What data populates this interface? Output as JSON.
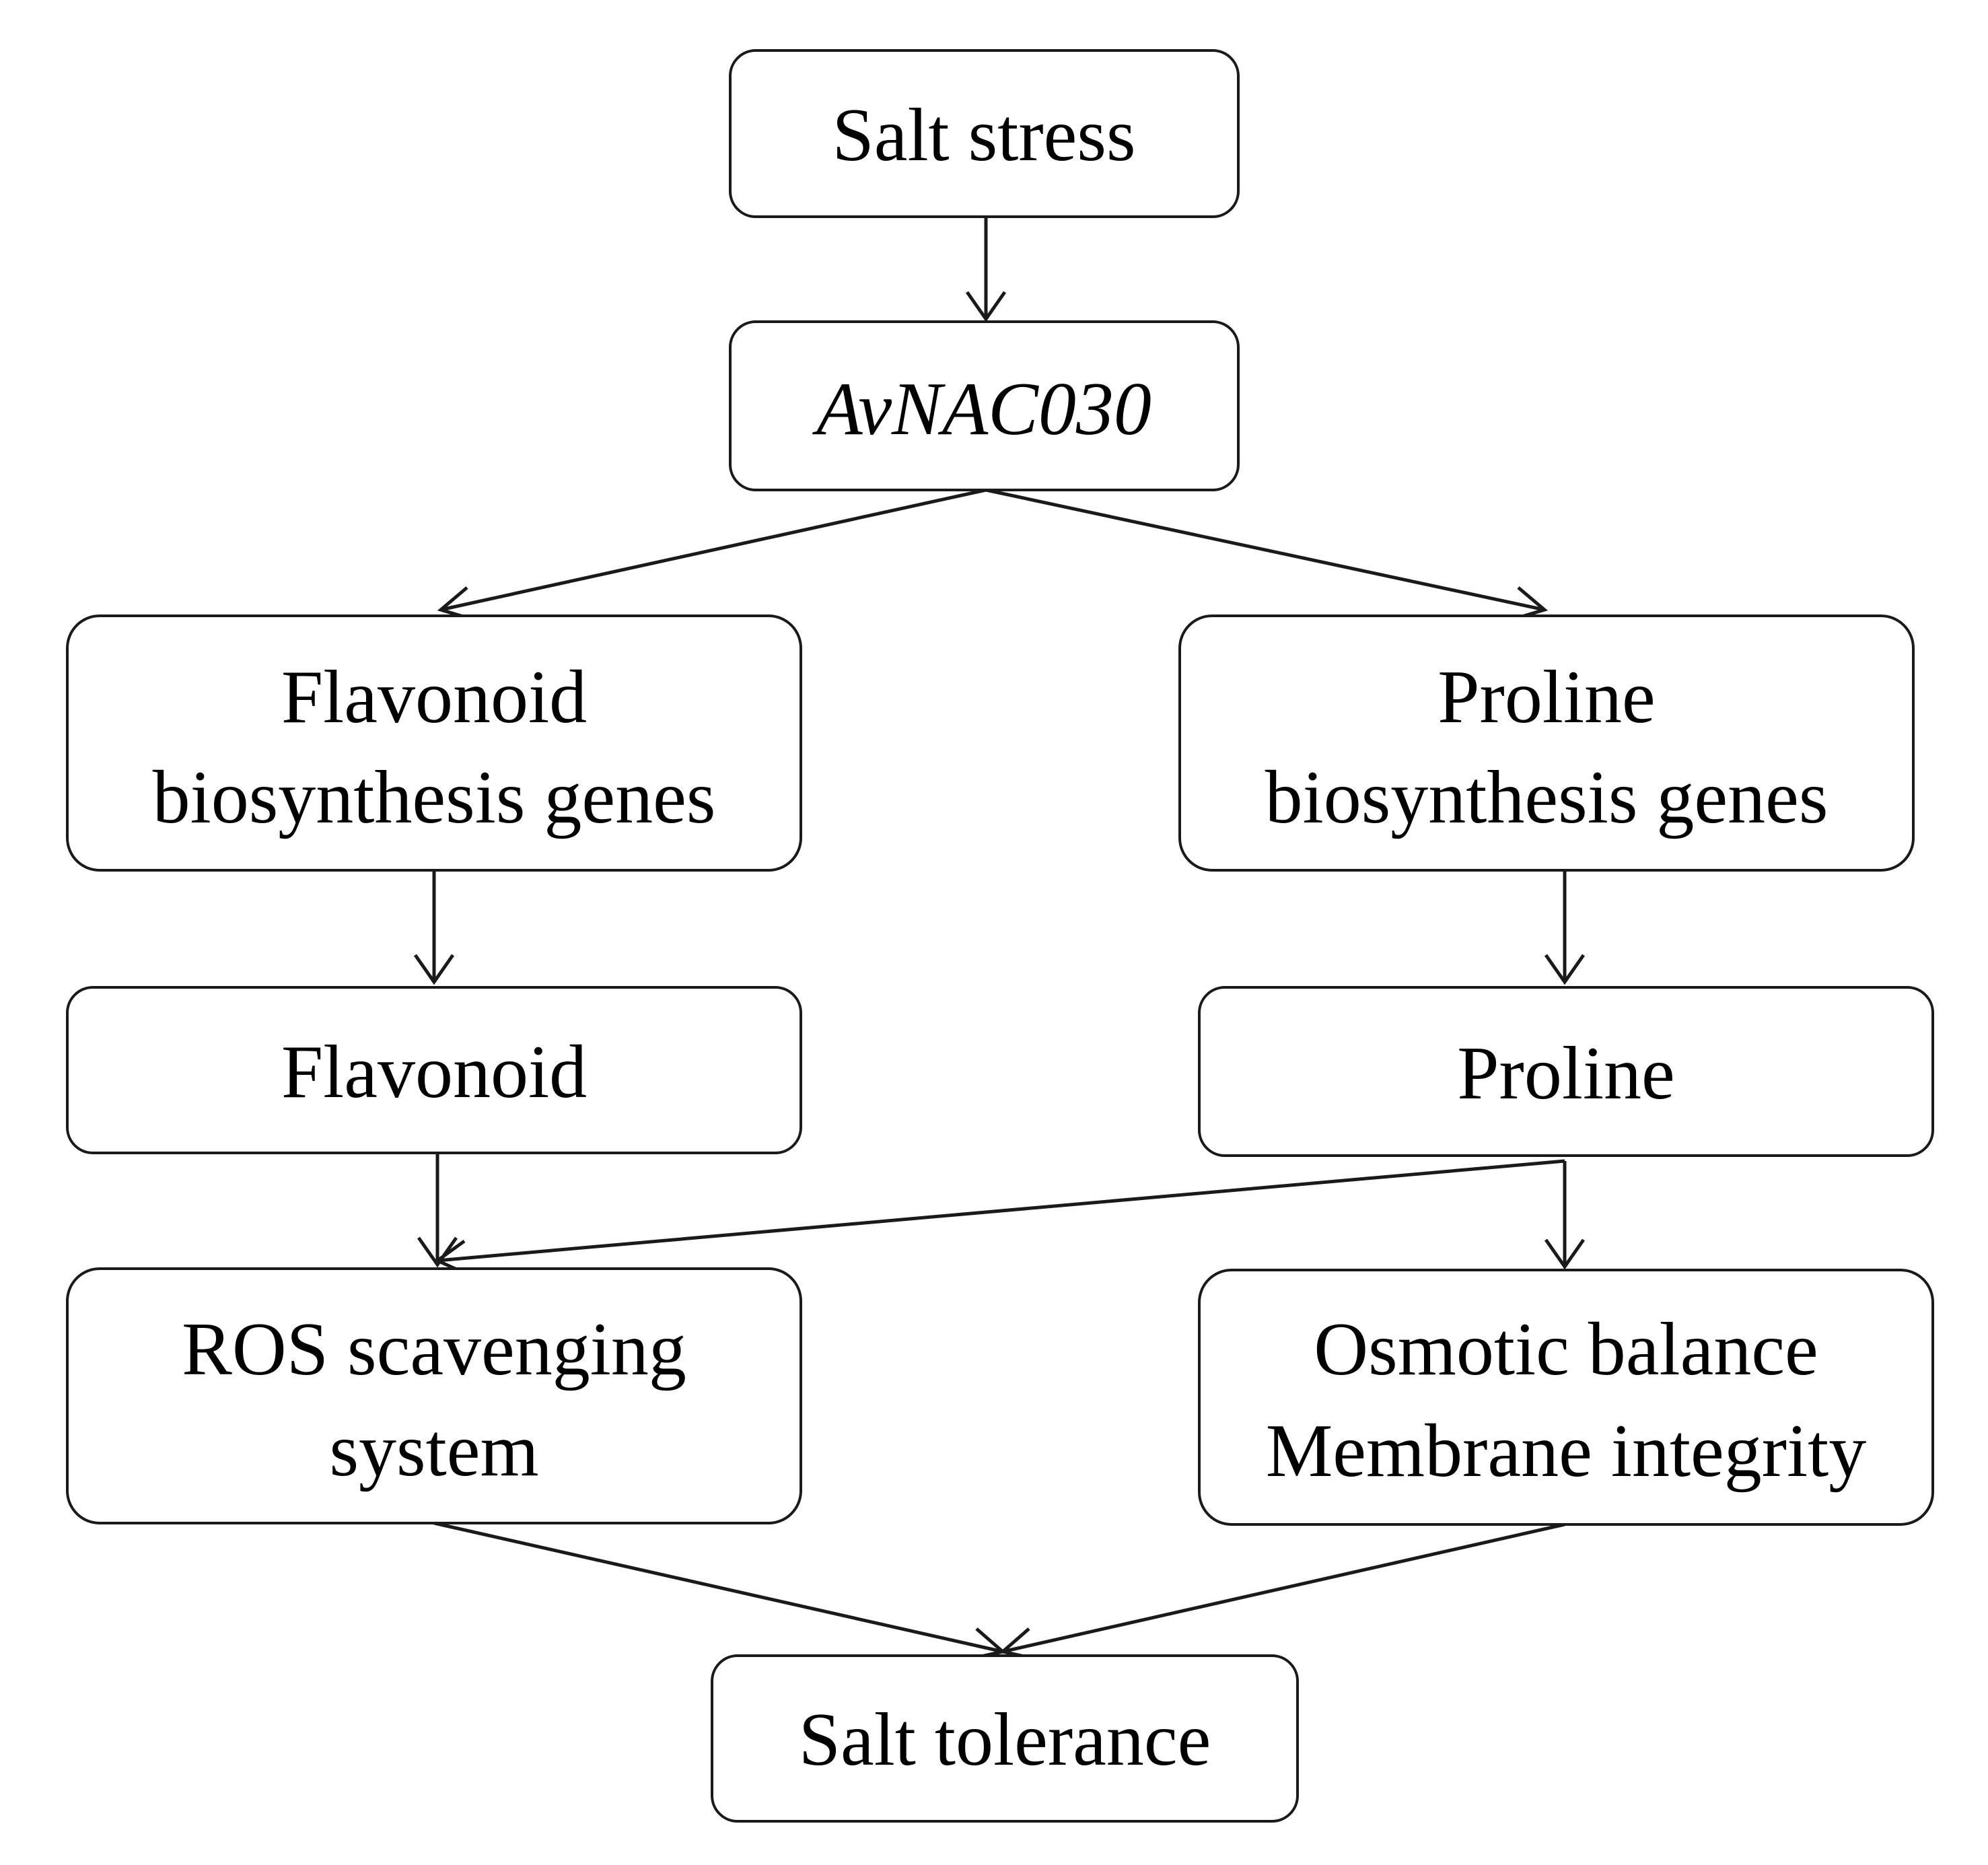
{
  "nodes": {
    "salt_stress": [
      "Salt stress"
    ],
    "avnac030": [
      "AvNAC030"
    ],
    "flavonoid_genes": [
      "Flavonoid",
      "biosynthesis genes"
    ],
    "proline_genes": [
      "Proline",
      "biosynthesis genes"
    ],
    "flavonoid": [
      "Flavonoid"
    ],
    "proline": [
      "Proline"
    ],
    "ros": [
      "ROS scavenging",
      "system"
    ],
    "osmotic": [
      "Osmotic balance",
      "Membrane integrity"
    ],
    "salt_tolerance": [
      "Salt tolerance"
    ]
  },
  "edges": [
    {
      "from": "salt_stress",
      "to": "avnac030"
    },
    {
      "from": "avnac030",
      "to": "flavonoid_genes"
    },
    {
      "from": "avnac030",
      "to": "proline_genes"
    },
    {
      "from": "flavonoid_genes",
      "to": "flavonoid"
    },
    {
      "from": "proline_genes",
      "to": "proline"
    },
    {
      "from": "flavonoid",
      "to": "ros"
    },
    {
      "from": "proline",
      "to": "ros"
    },
    {
      "from": "proline",
      "to": "osmotic"
    },
    {
      "from": "ros",
      "to": "salt_tolerance"
    },
    {
      "from": "osmotic",
      "to": "salt_tolerance"
    }
  ],
  "colors": {
    "stroke": "#1a1a1a",
    "text": "#000000",
    "background": "#ffffff"
  }
}
